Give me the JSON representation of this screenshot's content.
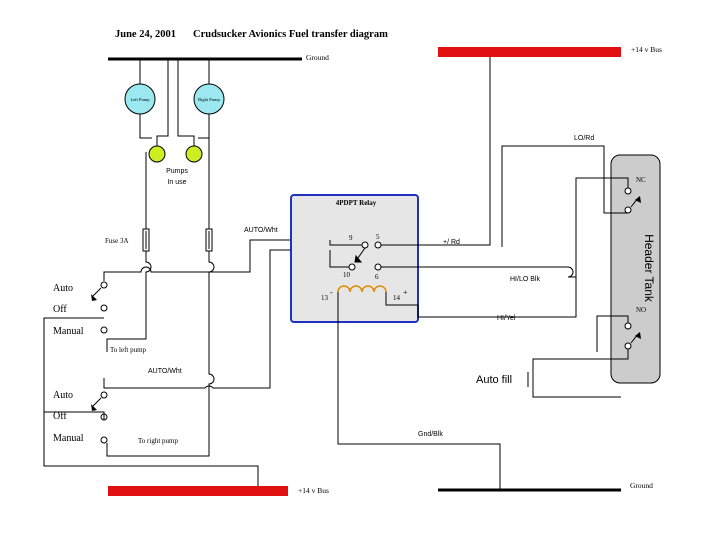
{
  "header": {
    "date": "June 24, 2001",
    "title": "Crudsucker Avionics Fuel transfer diagram"
  },
  "labels": {
    "ground_top": "Ground",
    "bus_top": "+14 v Bus",
    "lo_rd": "LO/Rd",
    "left_pump": "Left Pump",
    "right_pump": "Right Pump",
    "pumps_in_use_1": "Pumps",
    "pumps_in_use_2": "In use",
    "fuse": "Fuse 3A",
    "auto_wht_top": "AUTO/Wht",
    "auto_wht_bottom": "AUTO/Wht",
    "relay_title": "4PDPT Relay",
    "pin_9": "9",
    "pin_5": "5",
    "pin_10": "10",
    "pin_6": "6",
    "pin_13": "13",
    "pin_14": "14",
    "coil_minus": "-",
    "coil_plus": "+",
    "plus_rd": "+/ Rd",
    "hi_lo_blk": "HI/LO Blk",
    "hi_yel": "HI/Yel",
    "nc": "NC",
    "no": "NO",
    "header_tank": "Header Tank",
    "auto_fill": "Auto fill",
    "auto_1": "Auto",
    "off_1": "Off",
    "manual_1": "Manual",
    "to_left_pump": "To left pump",
    "auto_2": "Auto",
    "off_2": "Off",
    "manual_2": "Manual",
    "to_right_pump": "To right pump",
    "gnd_blk": "Gnd/Blk",
    "bus_bottom": "+14 v Bus",
    "ground_bottom": "Ground"
  },
  "colors": {
    "bus": "#e01010",
    "relay_border": "#2030c0",
    "relay_fill": "#e6e6e6",
    "pump_fill": "#9be8f0",
    "lamp_fill": "#ccee22",
    "coil": "#e08a00",
    "tank_fill": "#cccccc"
  }
}
